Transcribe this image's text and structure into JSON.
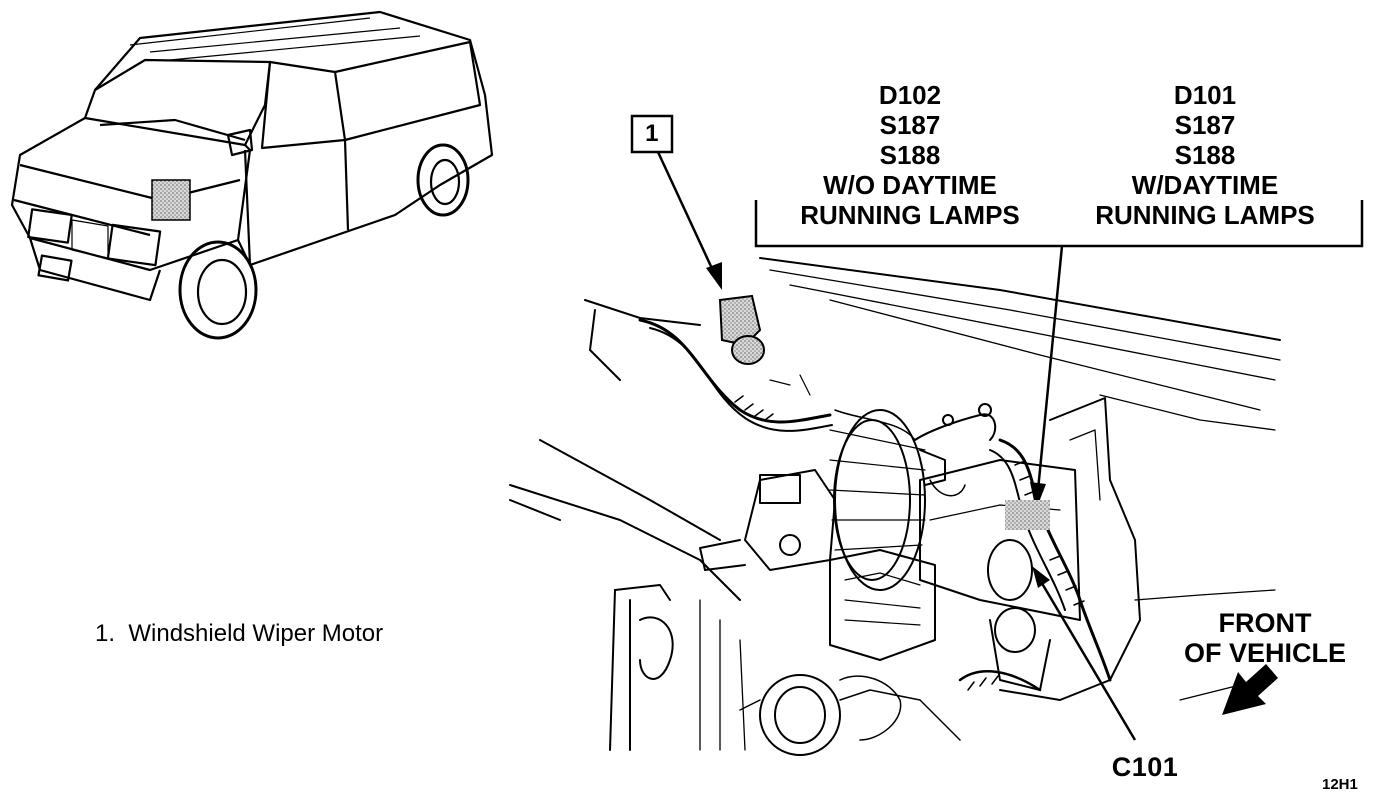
{
  "callout": {
    "number": "1"
  },
  "legend": {
    "num": "1.",
    "text": "Windshield Wiper Motor"
  },
  "left_column": [
    "D102",
    "S187",
    "S188",
    "W/O DAYTIME",
    "RUNNING LAMPS"
  ],
  "right_column": [
    "D101",
    "S187",
    "S188",
    "W/DAYTIME",
    "RUNNING LAMPS"
  ],
  "connector_label": "C101",
  "front_label": [
    "FRONT",
    "OF VEHICLE"
  ],
  "figure_code": "12H1",
  "icons": {
    "direction": "front-arrow-icon"
  }
}
